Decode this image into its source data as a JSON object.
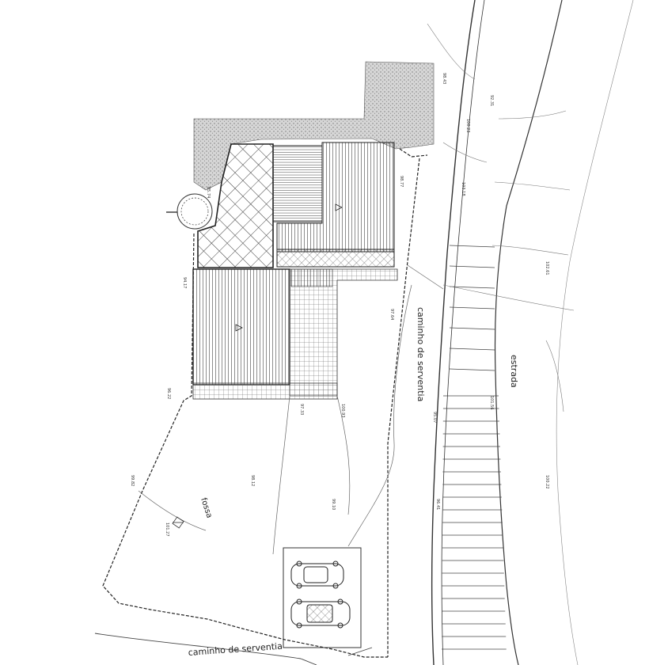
{
  "labels": {
    "service_road_right": "caminho de serventia",
    "service_road_bottom": "caminho de serventia",
    "road": "estrada",
    "pit": "fossa"
  },
  "spot_heights": [
    "85.74",
    "92.31",
    "103.18",
    "100.23",
    "98.43",
    "94.17",
    "96.22",
    "99.82",
    "101.27",
    "98.12",
    "100.93",
    "97.64",
    "95.07",
    "96.41",
    "100.22",
    "102.61",
    "98.77",
    "101.56",
    "97.33",
    "99.10"
  ],
  "colors": {
    "ink": "#222222",
    "hatch": "#555555",
    "paper": "#ffffff"
  }
}
